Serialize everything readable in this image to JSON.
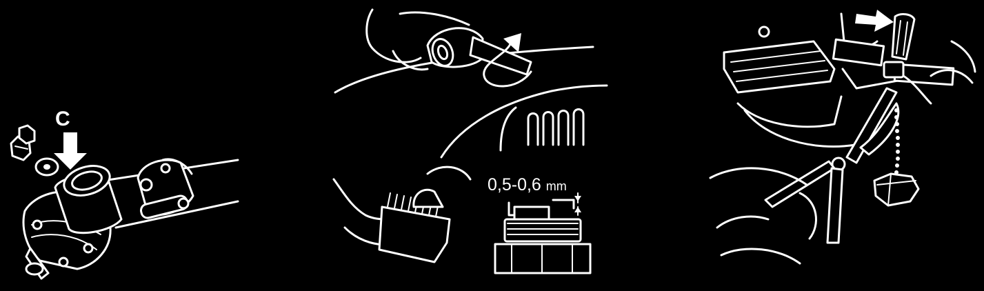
{
  "panel_gear": {
    "label_c": "C"
  },
  "panel_plug": {
    "gap_value": "0,5-0,6",
    "gap_unit": "mm"
  },
  "colors": {
    "background": "#000000",
    "ink": "#ffffff"
  },
  "icons": [
    "arrow-down-icon",
    "curved-arrow-icon",
    "arrow-right-icon"
  ]
}
